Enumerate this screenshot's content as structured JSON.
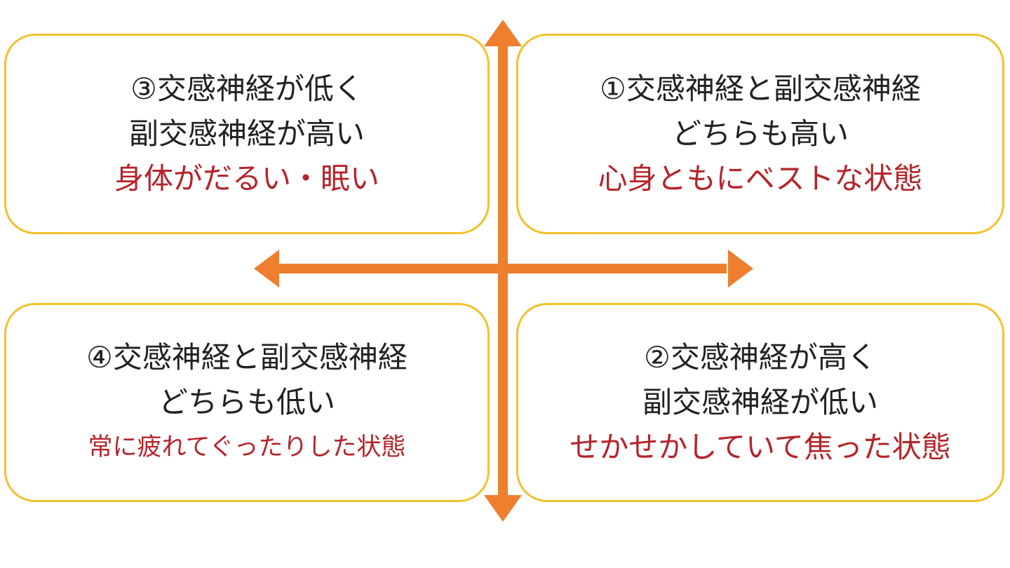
{
  "colors": {
    "box_border": "#f2c12e",
    "axis": "#ee7f2f",
    "main_text": "#222222",
    "state_text": "#b5242b"
  },
  "quadrants": {
    "q1": {
      "line1": "①交感神経と副交感神経",
      "line2": "どちらも高い",
      "state": "心身ともにベストな状態"
    },
    "q2": {
      "line1": "②交感神経が高く",
      "line2": "副交感神経が低い",
      "state": "せかせかしていて焦った状態"
    },
    "q3": {
      "line1": "③交感神経が低く",
      "line2": "副交感神経が高い",
      "state": "身体がだるい・眠い"
    },
    "q4": {
      "line1": "④交感神経と副交感神経",
      "line2": "どちらも低い",
      "state": "常に疲れてぐったりした状態"
    }
  }
}
